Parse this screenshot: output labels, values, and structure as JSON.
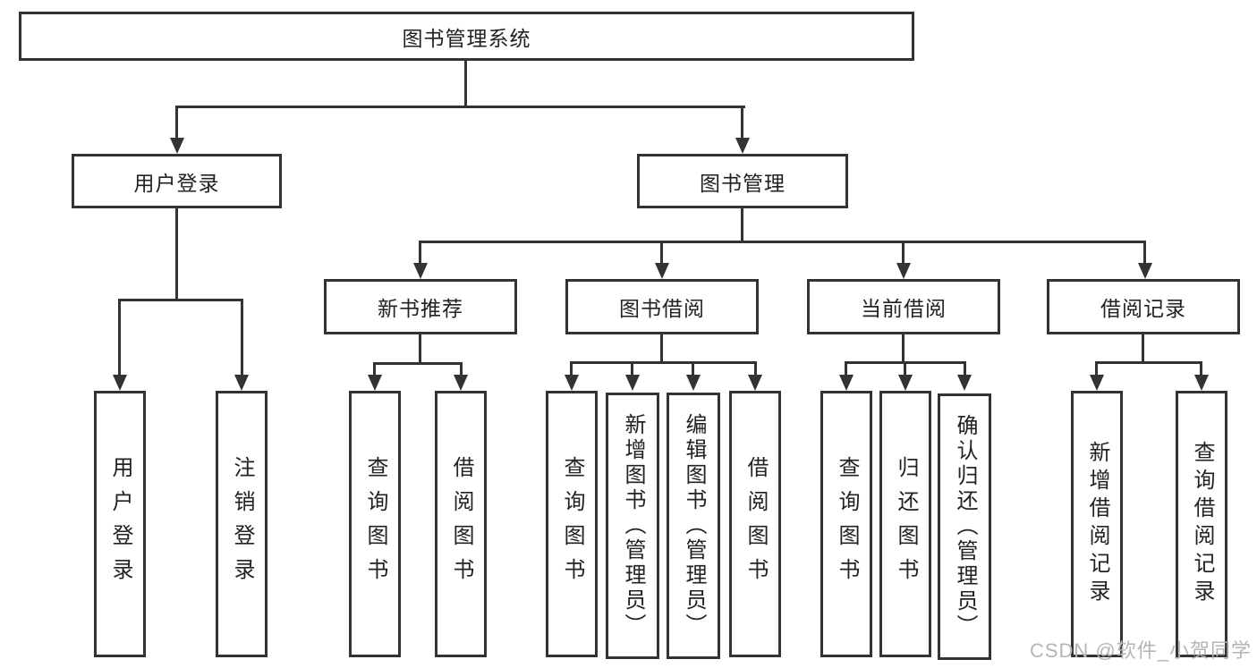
{
  "diagram_type": "function-structure-tree",
  "tree": {
    "label": "图书管理系统",
    "children": [
      {
        "label": "用户登录",
        "children": [
          {
            "label": "用户登录"
          },
          {
            "label": "注销登录"
          }
        ]
      },
      {
        "label": "图书管理",
        "children": [
          {
            "label": "新书推荐",
            "children": [
              {
                "label": "查询图书"
              },
              {
                "label": "借阅图书"
              }
            ]
          },
          {
            "label": "图书借阅",
            "children": [
              {
                "label": "查询图书"
              },
              {
                "label": "新增图书（管理员）"
              },
              {
                "label": "编辑图书（管理员）"
              },
              {
                "label": "借阅图书"
              }
            ]
          },
          {
            "label": "当前借阅",
            "children": [
              {
                "label": "查询图书"
              },
              {
                "label": "归还图书"
              },
              {
                "label": "确认归还（管理员）"
              }
            ]
          },
          {
            "label": "借阅记录",
            "children": [
              {
                "label": "新增借阅记录"
              },
              {
                "label": "查询借阅记录"
              }
            ]
          }
        ]
      }
    ]
  },
  "watermark": "CSDN @软件_小贺同学",
  "colors": {
    "line": "#333333",
    "box_background": "#ffffff",
    "text": "#222222",
    "watermark": "#b5b5b5"
  }
}
